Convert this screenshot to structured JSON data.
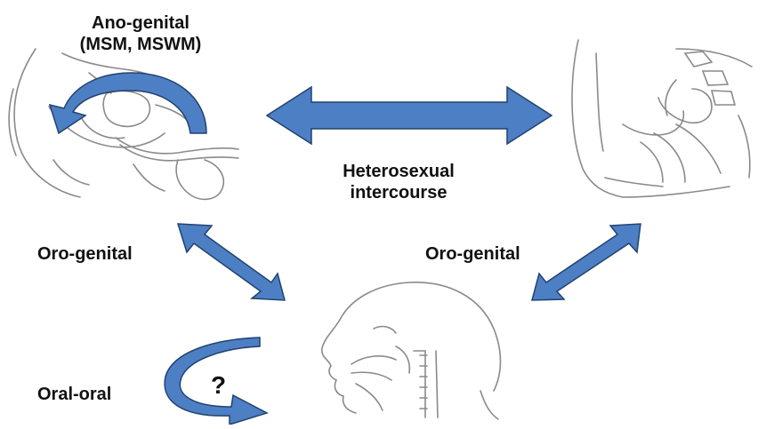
{
  "labels": {
    "ano_genital_line1": "Ano-genital",
    "ano_genital_line2": "(MSM, MSWM)",
    "heterosexual_line1": "Heterosexual",
    "heterosexual_line2": "intercourse",
    "oro_genital_left": "Oro-genital",
    "oro_genital_right": "Oro-genital",
    "oral_oral": "Oral-oral",
    "question_mark": "?"
  },
  "colors": {
    "arrow_fill": "#4d7fc4",
    "arrow_stroke": "#22426e",
    "line_art": "#8a8a8a",
    "text": "#111111"
  },
  "illustrations": [
    "male-pelvis-sagittal-illustration",
    "female-pelvis-sagittal-illustration",
    "head-neck-sagittal-illustration"
  ]
}
